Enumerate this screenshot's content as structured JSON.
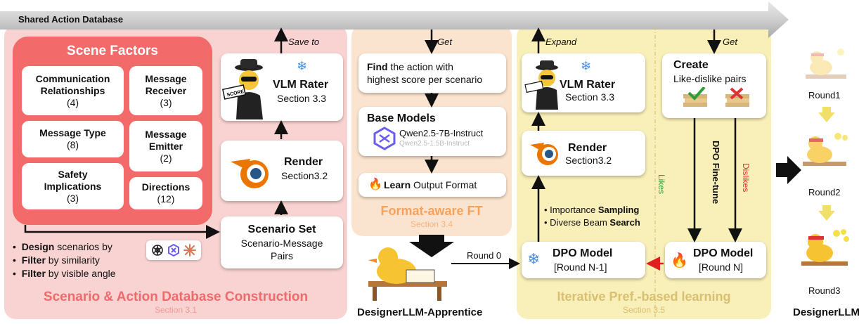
{
  "header": {
    "title": "Shared Action Database"
  },
  "scenario_panel": {
    "factors_title": "Scene Factors",
    "factors": [
      {
        "name": "Communication Relationships",
        "count": "(4)"
      },
      {
        "name": "Message Receiver",
        "count": "(3)"
      },
      {
        "name": "Message Type",
        "count": "(8)"
      },
      {
        "name": "Message Emitter",
        "count": "(2)"
      },
      {
        "name": "Safety Implications",
        "count": "(3)"
      },
      {
        "name": "Directions",
        "count": "(12)"
      }
    ],
    "bullets": [
      {
        "bold": "Design",
        "rest": " scenarios by"
      },
      {
        "bold": "Filter",
        "rest": " by similarity"
      },
      {
        "bold": "Filter",
        "rest": " by visible angle"
      }
    ],
    "title": "Scenario & Action Database Construction",
    "section": "Section 3.1",
    "vlm_rater": {
      "title": "VLM Rater",
      "section": "Section 3.3"
    },
    "render": {
      "title": "Render",
      "section": "Section3.2"
    },
    "scenario_set": {
      "title": "Scenario Set",
      "line1": "Scenario-Message",
      "line2": "Pairs"
    },
    "save_label": "Save to",
    "score_sign": "SCORE"
  },
  "format_panel": {
    "get_label": "Get",
    "find": {
      "bold": "Find",
      "rest": "  the action with",
      "line2": "highest  score per scenario"
    },
    "base_models": {
      "title": "Base Models",
      "model1": "Qwen2.5-7B-Instruct",
      "model2": "Qwen2.5-1.5B-Instruct"
    },
    "learn": {
      "bold": "Learn",
      "rest": "  Output Format"
    },
    "title": "Format-aware FT",
    "section": "Section 3.4"
  },
  "apprentice": {
    "label": "DesignerLLM-Apprentice",
    "round0": "Round 0"
  },
  "iterative_panel": {
    "expand_label": "Expand",
    "get_label": "Get",
    "vlm_rater": {
      "title": "VLM Rater",
      "section": "Section 3.3"
    },
    "render": {
      "title": "Render",
      "section": "Section3.2"
    },
    "bullets": [
      {
        "rest": "Importance ",
        "bold": "Sampling"
      },
      {
        "rest": "Diverse Beam ",
        "bold": "Search"
      }
    ],
    "create": {
      "title": "Create",
      "subtitle": "Like-dislike pairs"
    },
    "likes": "Likes",
    "dislikes": "Dislikes",
    "dpo_finetune": "DPO Fine-tune",
    "dpo_prev": {
      "title": "DPO Model",
      "round": "[Round N-1]"
    },
    "dpo_curr": {
      "title": "DPO Model",
      "round": "[Round N]"
    },
    "title": "Iterative Pref.-based learning",
    "section": "Section 3.5"
  },
  "rounds": {
    "labels": [
      "Round1",
      "Round2",
      "Round3"
    ],
    "final_label": "DesignerLLM"
  }
}
